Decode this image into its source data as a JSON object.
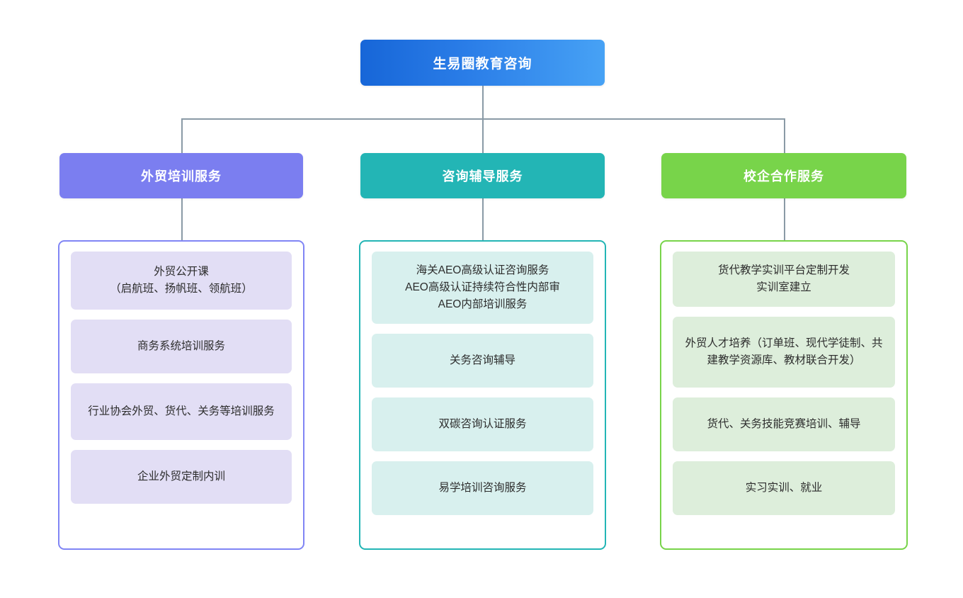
{
  "root": {
    "label": "生易圈教育咨询",
    "gradient_from": "#1766d8",
    "gradient_to": "#47a2f5"
  },
  "connector_color": "#8a9aa6",
  "columns": [
    {
      "header": "外贸培训服务",
      "header_color": "#7b7ef0",
      "border_color": "#8085f5",
      "item_bg": "#e2def5",
      "items": [
        "外贸公开课\n（启航班、扬帆班、领航班）",
        "商务系统培训服务",
        "行业协会外贸、货代、关务等培训服务",
        "企业外贸定制内训"
      ]
    },
    {
      "header": "咨询辅导服务",
      "header_color": "#23b5b5",
      "border_color": "#23b5b5",
      "item_bg": "#d8f0ee",
      "items": [
        "海关AEO高级认证咨询服务\nAEO高级认证持续符合性内部审\nAEO内部培训服务",
        "关务咨询辅导",
        "双碳咨询认证服务",
        "易学培训咨询服务"
      ]
    },
    {
      "header": "校企合作服务",
      "header_color": "#78d44a",
      "border_color": "#78d44a",
      "item_bg": "#ddeedb",
      "items": [
        "货代教学实训平台定制开发\n实训室建立",
        "外贸人才培养（订单班、现代学徒制、共建教学资源库、教材联合开发）",
        "货代、关务技能竞赛培训、辅导",
        "实习实训、就业"
      ]
    }
  ]
}
